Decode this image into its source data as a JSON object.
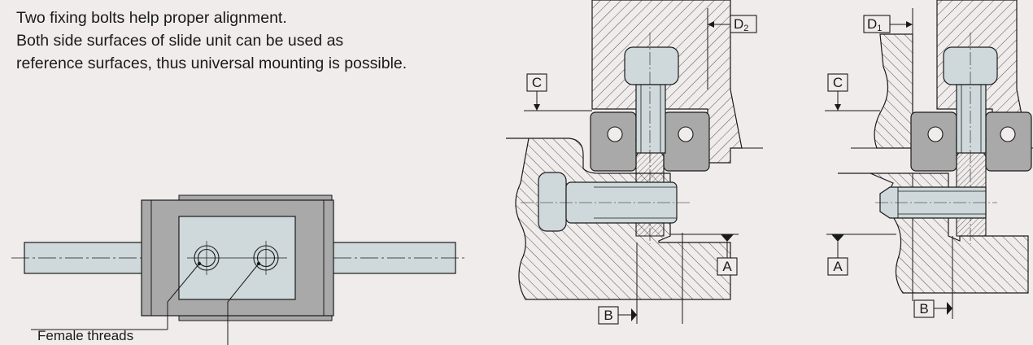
{
  "intro": {
    "line1": "Two fixing bolts help proper alignment.",
    "line2": "Both side surfaces of slide unit can be used as",
    "line3": "reference surfaces, thus universal mounting is possible."
  },
  "plan_view": {
    "callout": "Female threads"
  },
  "section_left": {
    "ref_c": "C",
    "ref_a": "A",
    "ref_b": "B",
    "dim_letter": "D",
    "dim_sub": "2"
  },
  "section_right": {
    "ref_c": "C",
    "ref_a": "A",
    "ref_b": "B",
    "dim_letter": "D",
    "dim_sub": "1"
  },
  "colors": {
    "background": "#efeceb",
    "block_gray": "#a9a9a9",
    "rail_fill": "#cfd9db",
    "line": "#1a1a1a"
  }
}
